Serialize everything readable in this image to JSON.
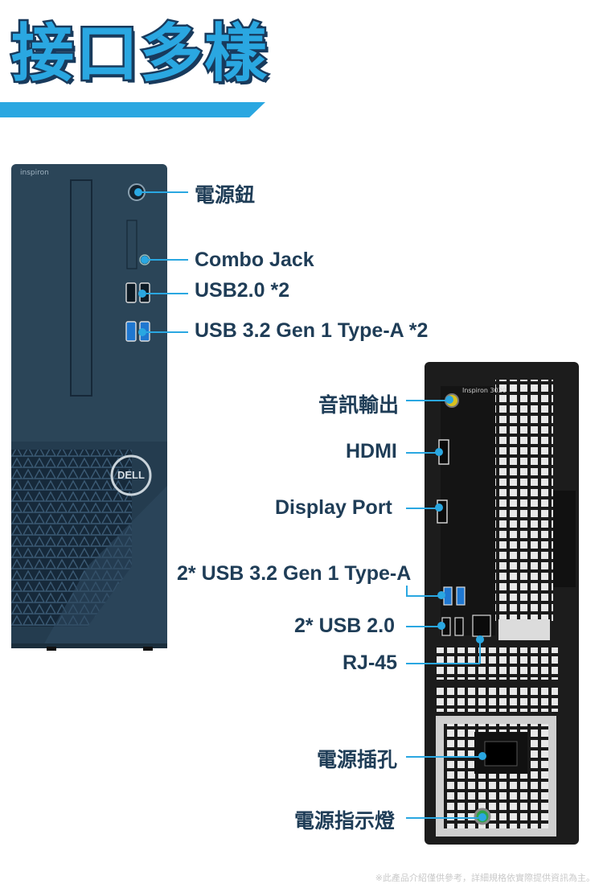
{
  "title": "接口多樣",
  "front": {
    "brand_text": "inspiron",
    "logo_text": "DELL",
    "labels": {
      "power_button": "電源鈕",
      "combo_jack": "Combo Jack",
      "usb2": "USB2.0 *2",
      "usb3": "USB 3.2 Gen 1 Type-A *2"
    }
  },
  "rear": {
    "model_text": "Inspiron 3020",
    "labels": {
      "audio_out": "音訊輸出",
      "hdmi": "HDMI",
      "displayport": "Display Port",
      "usb3": "2* USB 3.2 Gen 1 Type-A",
      "usb2": "2* USB 2.0",
      "rj45": "RJ-45",
      "power_socket": "電源插孔",
      "power_led": "電源指示燈"
    }
  },
  "disclaimer": "※此產品介紹僅供參考，詳細規格依實際提供資訊為主。",
  "colors": {
    "accent": "#2aa7e1",
    "label_text": "#1f3d57",
    "chassis": "#1f3a4d"
  }
}
